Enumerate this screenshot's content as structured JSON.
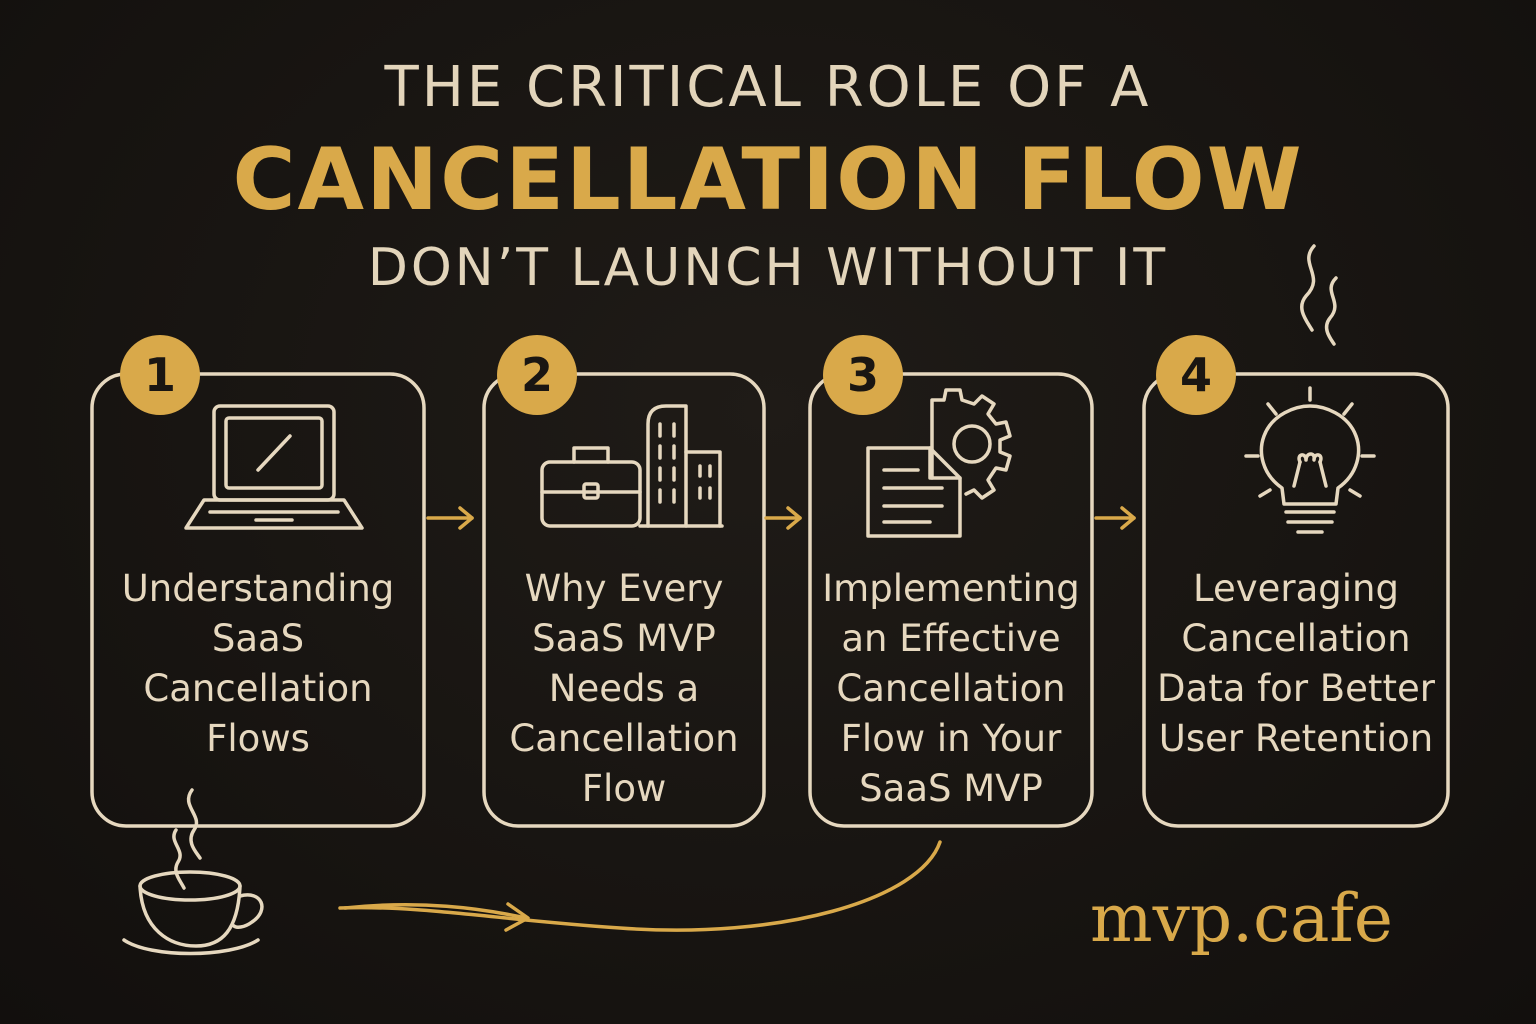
{
  "title": {
    "line1": "THE CRITICAL ROLE OF A",
    "line2": "CANCELLATION FLOW",
    "line3": "DON’T LAUNCH WITHOUT IT"
  },
  "steps": [
    {
      "number": "1",
      "icon": "laptop-icon",
      "label": "Understanding\nSaaS\nCancellation\nFlows"
    },
    {
      "number": "2",
      "icon": "briefcase-buildings-icon",
      "label": "Why Every\nSaaS MVP\nNeeds a\nCancellation\nFlow"
    },
    {
      "number": "3",
      "icon": "document-gear-icon",
      "label": "Implementing\nan Effective\nCancellation\nFlow in Your\nSaaS MVP"
    },
    {
      "number": "4",
      "icon": "lightbulb-icon",
      "label": "Leveraging\nCancellation\nData for Better\nUser Retention"
    }
  ],
  "brand": "mvp.cafe",
  "colors": {
    "background": "#161310",
    "chalk": "#e6d8bf",
    "accent": "#d9a94a"
  }
}
